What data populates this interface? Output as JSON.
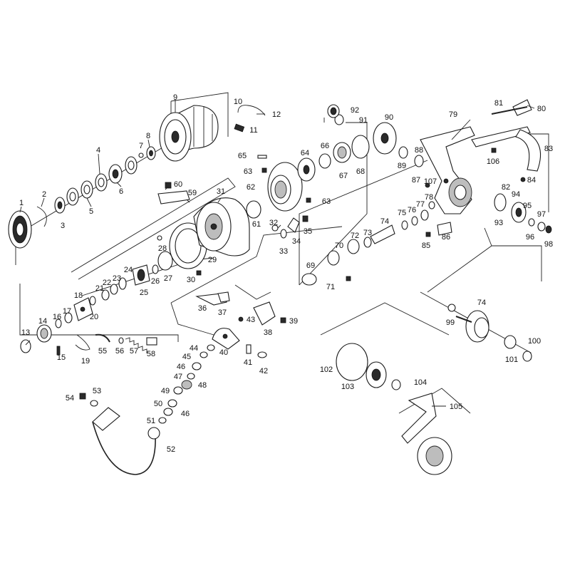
{
  "part_numbers": [
    "1",
    "2",
    "3",
    "4",
    "5",
    "6",
    "7",
    "8",
    "9",
    "10",
    "11",
    "12",
    "13",
    "14",
    "15",
    "16",
    "17",
    "18",
    "19",
    "20",
    "21",
    "22",
    "23",
    "24",
    "25",
    "26",
    "27",
    "28",
    "29",
    "30",
    "31",
    "32",
    "33",
    "34",
    "35",
    "36",
    "37",
    "38",
    "39",
    "40",
    "41",
    "42",
    "43",
    "44",
    "45",
    "46",
    "47",
    "48",
    "49",
    "50",
    "46",
    "51",
    "52",
    "53",
    "54",
    "55",
    "56",
    "57",
    "58",
    "59",
    "60",
    "61",
    "62",
    "63",
    "63",
    "64",
    "65",
    "66",
    "67",
    "68",
    "69",
    "70",
    "71",
    "72",
    "73",
    "74",
    "75",
    "76",
    "77",
    "78",
    "79",
    "80",
    "81",
    "82",
    "83",
    "84",
    "85",
    "86",
    "87",
    "88",
    "89",
    "90",
    "91",
    "92",
    "93",
    "94",
    "95",
    "96",
    "97",
    "98",
    "99",
    "74",
    "100",
    "101",
    "102",
    "103",
    "104",
    "105",
    "106",
    "107"
  ]
}
